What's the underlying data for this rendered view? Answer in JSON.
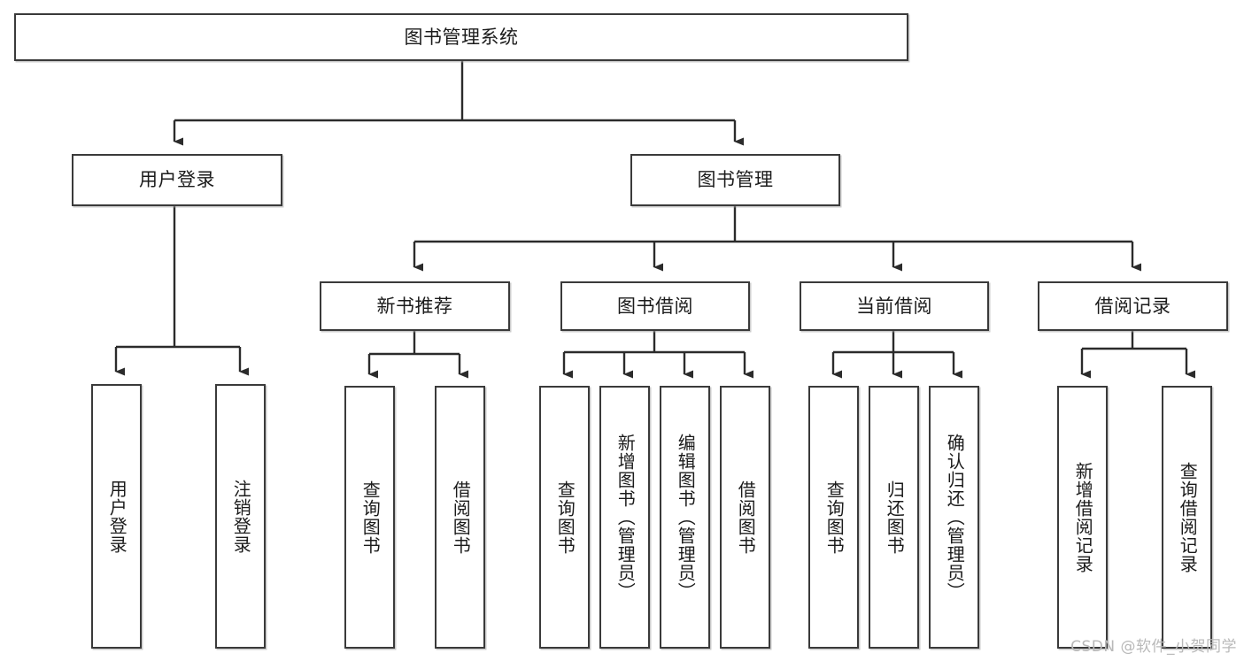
{
  "diagram": {
    "title": "图书管理系统",
    "type": "tree-hierarchy",
    "root": {
      "label": "图书管理系统"
    },
    "level1": [
      {
        "label": "用户登录"
      },
      {
        "label": "图书管理"
      }
    ],
    "level2": [
      {
        "label": "新书推荐"
      },
      {
        "label": "图书借阅"
      },
      {
        "label": "当前借阅"
      },
      {
        "label": "借阅记录"
      }
    ],
    "leaves": {
      "user_login": [
        {
          "label": "用户登录"
        },
        {
          "label": "注销登录"
        }
      ],
      "new_book_recommend": [
        {
          "label": "查询图书"
        },
        {
          "label": "借阅图书"
        }
      ],
      "book_borrow": [
        {
          "label": "查询图书"
        },
        {
          "label": "新增图书（管理员）"
        },
        {
          "label": "编辑图书（管理员）"
        },
        {
          "label": "借阅图书"
        }
      ],
      "current_borrow": [
        {
          "label": "查询图书"
        },
        {
          "label": "归还图书"
        },
        {
          "label": "确认归还（管理员）"
        }
      ],
      "borrow_record": [
        {
          "label": "新增借阅记录"
        },
        {
          "label": "查询借阅记录"
        }
      ]
    }
  },
  "watermark": {
    "text": "CSDN @软件_小贺同学"
  },
  "colors": {
    "border": "#3a3a3a",
    "background": "#ffffff",
    "text": "#1b1b1b",
    "connector": "#2b2b2b",
    "watermark": "#b9b9b9"
  }
}
